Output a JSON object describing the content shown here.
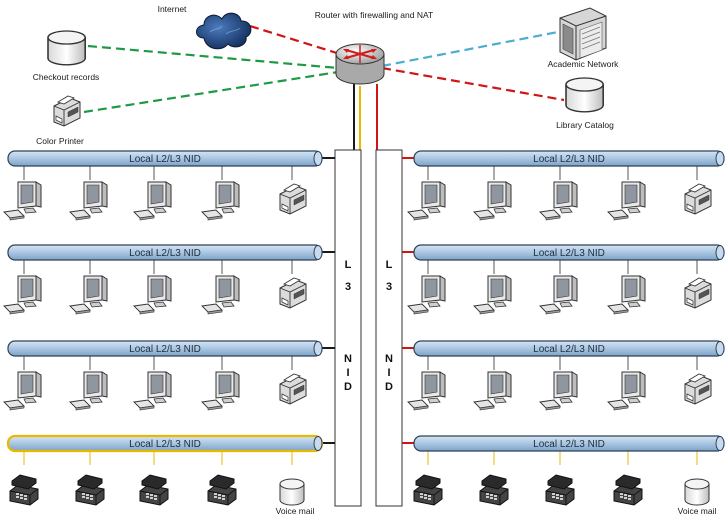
{
  "labels": {
    "internet": "Internet",
    "router": "Router with firewalling and NAT",
    "checkout": "Checkout records",
    "color_printer": "Color Printer",
    "academic_network": "Academic Network",
    "library_catalog": "Library Catalog",
    "voice_mail_left": "Voice mail",
    "voice_mail_right": "Voice mail"
  },
  "bus_label": "Local L2/L3 NID",
  "left_backbone_text": "L3 NID",
  "right_backbone_text": "L3 NID",
  "left_rows": [
    {
      "devices": [
        "computer",
        "computer",
        "computer",
        "computer",
        "printer"
      ],
      "link": "black"
    },
    {
      "devices": [
        "computer",
        "computer",
        "computer",
        "computer",
        "printer"
      ],
      "link": "black"
    },
    {
      "devices": [
        "computer",
        "computer",
        "computer",
        "computer",
        "printer"
      ],
      "link": "black"
    },
    {
      "devices": [
        "phone",
        "phone",
        "phone",
        "phone",
        "voicemail"
      ],
      "link": "black",
      "highlight": true
    }
  ],
  "right_rows": [
    {
      "devices": [
        "computer",
        "computer",
        "computer",
        "computer",
        "printer"
      ],
      "link": "red"
    },
    {
      "devices": [
        "computer",
        "computer",
        "computer",
        "computer",
        "printer"
      ],
      "link": "red"
    },
    {
      "devices": [
        "computer",
        "computer",
        "computer",
        "computer",
        "printer"
      ],
      "link": "red"
    },
    {
      "devices": [
        "phone",
        "phone",
        "phone",
        "phone",
        "voicemail"
      ],
      "link": "red"
    }
  ],
  "colors": {
    "link_green": "#1f9a44",
    "link_red": "#d11414",
    "link_blue": "#4aaed1",
    "link_yellow": "#e9b800",
    "bus_fill": "#aecbe6",
    "bus_stroke": "#2d4259"
  },
  "icons": [
    "cloud-icon",
    "router-icon",
    "database-icon",
    "printer-icon",
    "server-icon",
    "computer-icon",
    "phone-icon"
  ]
}
